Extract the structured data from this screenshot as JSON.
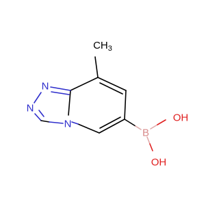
{
  "molecule": {
    "atoms": {
      "methyl": "CH",
      "methyl_sub": "3",
      "n1": "N",
      "n2": "N",
      "n4": "N",
      "boron": "B",
      "oh1": "OH",
      "oh2": "OH"
    },
    "colors": {
      "carbon": "#000000",
      "nitrogen": "#2e2ecc",
      "boron": "#d98c8c",
      "oxygen": "#e02020",
      "background": "#ffffff"
    }
  }
}
